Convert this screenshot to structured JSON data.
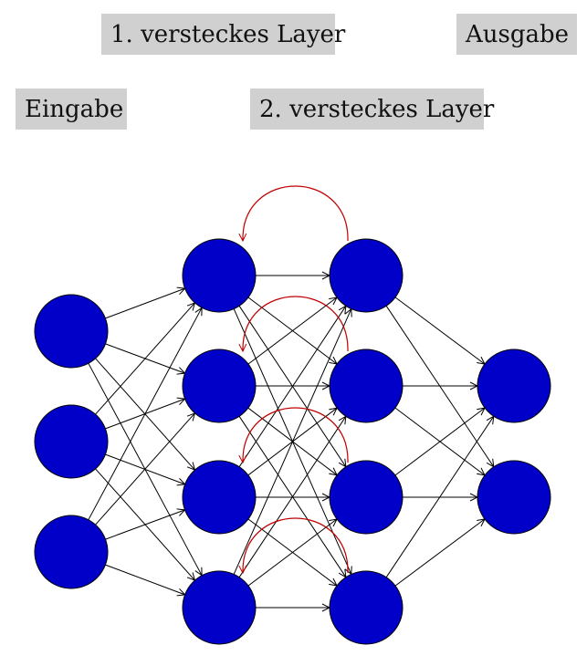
{
  "labels": {
    "hidden1": "1. versteckes Layer",
    "output": "Ausgabe",
    "input": "Eingabe",
    "hidden2": "2. versteckes Layer"
  },
  "network": {
    "layers": [
      {
        "name": "input",
        "neurons": 3
      },
      {
        "name": "hidden1",
        "neurons": 4
      },
      {
        "name": "hidden2",
        "neurons": 4
      },
      {
        "name": "output",
        "neurons": 2
      }
    ],
    "recurrent_links": [
      {
        "from": "hidden2-0",
        "to": "hidden1-0"
      },
      {
        "from": "hidden2-1",
        "to": "hidden1-1"
      },
      {
        "from": "hidden2-2",
        "to": "hidden1-2"
      },
      {
        "from": "hidden2-3",
        "to": "hidden1-3"
      }
    ]
  },
  "colors": {
    "neuron_fill": "#0000c8",
    "neuron_stroke": "#000000",
    "connection": "#000000",
    "recurrent": "#c00000",
    "label_bg": "#d0d0d0"
  }
}
